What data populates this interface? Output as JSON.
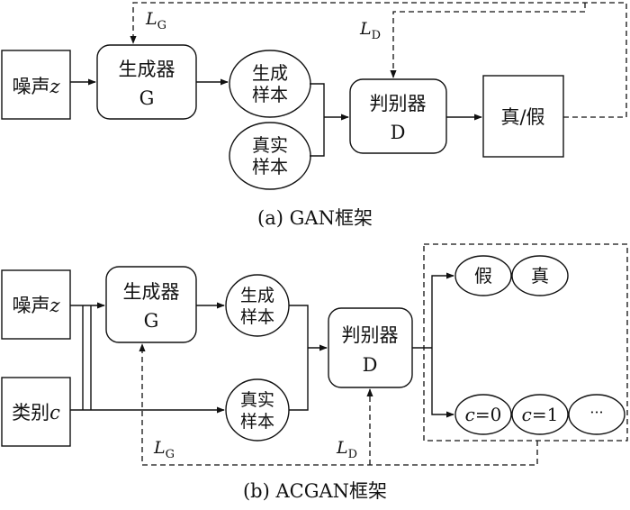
{
  "panel_a": {
    "noise": "噪声",
    "noise_var": "z",
    "generator": "生成器",
    "generator_sym": "G",
    "fake_sample_1": "生成",
    "fake_sample_2": "样本",
    "real_sample_1": "真实",
    "real_sample_2": "样本",
    "discriminator": "判别器",
    "discriminator_sym": "D",
    "output": "真/假",
    "loss_g": "L",
    "loss_g_sub": "G",
    "loss_d": "L",
    "loss_d_sub": "D",
    "caption": "(a)  GAN框架"
  },
  "panel_b": {
    "noise": "噪声",
    "noise_var": "z",
    "class_label": "类别",
    "class_var": "c",
    "generator": "生成器",
    "generator_sym": "G",
    "fake_sample_1": "生成",
    "fake_sample_2": "样本",
    "real_sample_1": "真实",
    "real_sample_2": "样本",
    "discriminator": "判别器",
    "discriminator_sym": "D",
    "out_fake": "假",
    "out_real": "真",
    "class0_var": "c",
    "class0_val": "=0",
    "class1_var": "c",
    "class1_val": "=1",
    "class_more": "···",
    "loss_g": "L",
    "loss_g_sub": "G",
    "loss_d": "L",
    "loss_d_sub": "D",
    "caption": "(b)  ACGAN框架"
  }
}
